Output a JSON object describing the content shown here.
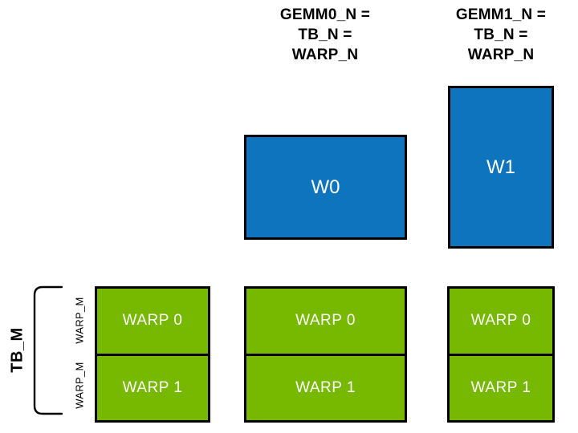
{
  "colors": {
    "blue": "#0e74bd",
    "green": "#76b900",
    "border": "#000000",
    "text_light": "#ffffff",
    "text_dark": "#000000",
    "background": "#ffffff"
  },
  "headers": [
    {
      "lines": [
        "GEMM0_N =",
        "TB_N =",
        "WARP_N"
      ]
    },
    {
      "lines": [
        "GEMM1_N =",
        "TB_N =",
        "WARP_N"
      ]
    }
  ],
  "accumulator_boxes": [
    {
      "label": "W0"
    },
    {
      "label": "W1"
    }
  ],
  "side_labels": {
    "tb_m": "TB_M",
    "warp_m_upper": "WARP_M",
    "warp_m_lower": "WARP_M"
  },
  "tile_groups": [
    {
      "cells": [
        "WARP 0",
        "WARP 1"
      ]
    },
    {
      "cells": [
        "WARP 0",
        "WARP 1"
      ]
    },
    {
      "cells": [
        "WARP 0",
        "WARP 1"
      ]
    }
  ]
}
